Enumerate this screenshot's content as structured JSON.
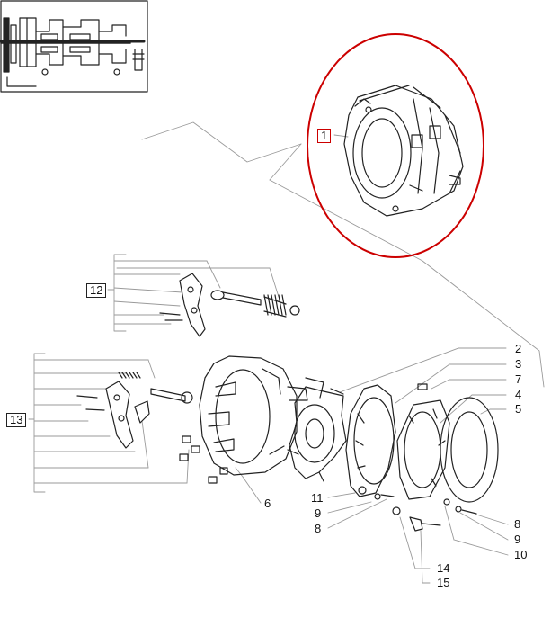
{
  "diagram": {
    "callouts": {
      "c1": "1",
      "c2": "2",
      "c3": "3",
      "c4": "4",
      "c5": "5",
      "c6": "6",
      "c7": "7",
      "c8a": "8",
      "c8b": "8",
      "c9a": "9",
      "c9b": "9",
      "c10": "10",
      "c11": "11",
      "c12": "12",
      "c13": "13",
      "c14": "14",
      "c15": "15"
    },
    "colors": {
      "ink": "#222222",
      "leader": "#9a9a9a",
      "highlight": "#cc0000"
    }
  }
}
